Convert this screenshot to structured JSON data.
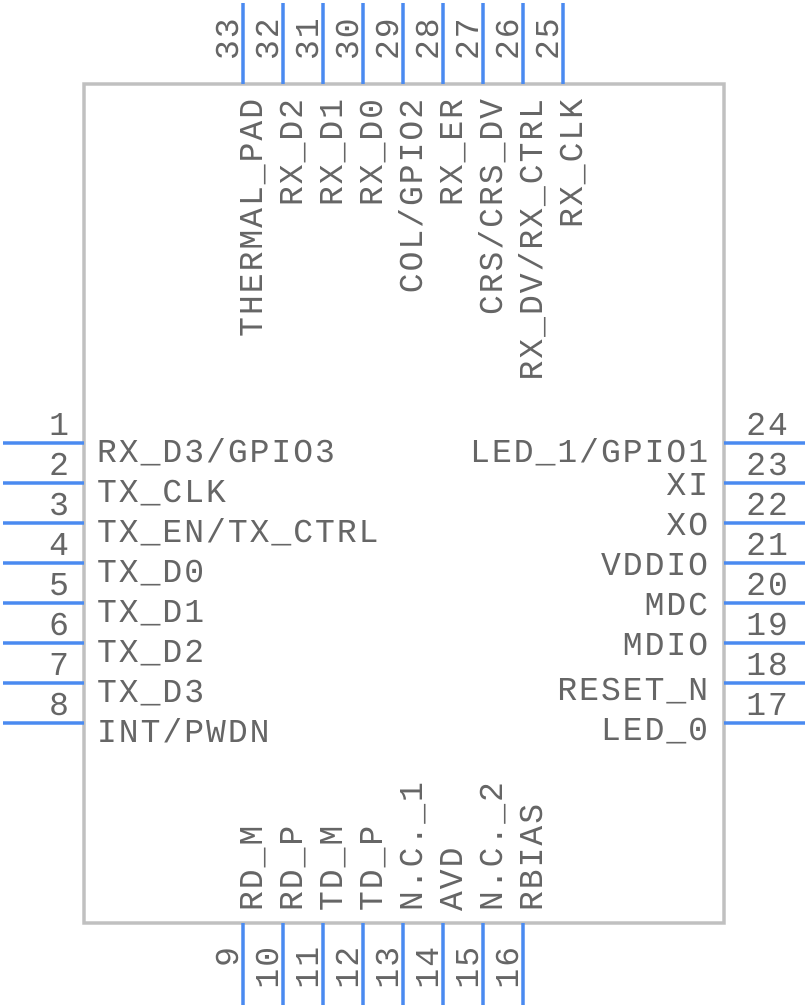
{
  "component": {
    "body_color": "#c0c0c0",
    "pin_color": "#4a8af0",
    "text_color": "#666666"
  },
  "pins": {
    "left": [
      {
        "number": "1",
        "name": "RX_D3/GPIO3"
      },
      {
        "number": "2",
        "name": "TX_CLK"
      },
      {
        "number": "3",
        "name": "TX_EN/TX_CTRL"
      },
      {
        "number": "4",
        "name": "TX_D0"
      },
      {
        "number": "5",
        "name": "TX_D1"
      },
      {
        "number": "6",
        "name": "TX_D2"
      },
      {
        "number": "7",
        "name": "TX_D3"
      },
      {
        "number": "8",
        "name": "INT/PWDN"
      }
    ],
    "bottom": [
      {
        "number": "9",
        "name": "RD_M"
      },
      {
        "number": "10",
        "name": "RD_P"
      },
      {
        "number": "11",
        "name": "TD_M"
      },
      {
        "number": "12",
        "name": "TD_P"
      },
      {
        "number": "13",
        "name": "N.C._1"
      },
      {
        "number": "14",
        "name": "AVD"
      },
      {
        "number": "15",
        "name": "N.C._2"
      },
      {
        "number": "16",
        "name": "RBIAS"
      }
    ],
    "right": [
      {
        "number": "24",
        "name": "LED_1/GPIO1"
      },
      {
        "number": "23",
        "name": "XI"
      },
      {
        "number": "22",
        "name": "XO"
      },
      {
        "number": "21",
        "name": "VDDIO"
      },
      {
        "number": "20",
        "name": "MDC"
      },
      {
        "number": "19",
        "name": "MDIO"
      },
      {
        "number": "18",
        "name": "RESET_N"
      },
      {
        "number": "17",
        "name": "LED_0"
      }
    ],
    "top": [
      {
        "number": "33",
        "name": "THERMAL_PAD"
      },
      {
        "number": "32",
        "name": "RX_D2"
      },
      {
        "number": "31",
        "name": "RX_D1"
      },
      {
        "number": "30",
        "name": "RX_D0"
      },
      {
        "number": "29",
        "name": "COL/GPIO2"
      },
      {
        "number": "28",
        "name": "RX_ER"
      },
      {
        "number": "27",
        "name": "CRS/CRS_DV"
      },
      {
        "number": "26",
        "name": "RX_DV/RX_CTRL"
      },
      {
        "number": "25",
        "name": "RX_CLK"
      }
    ]
  }
}
